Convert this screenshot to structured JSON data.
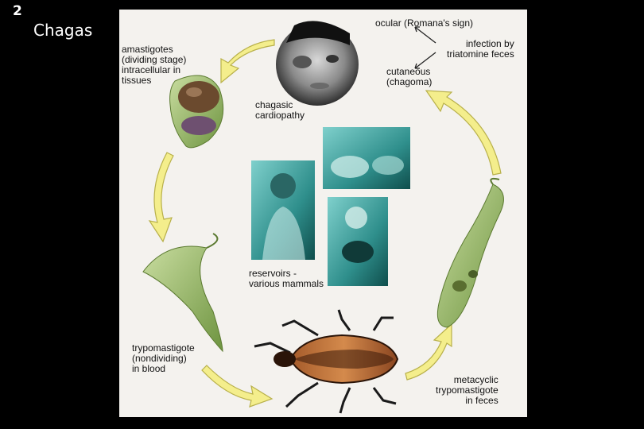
{
  "slide": {
    "number": "2",
    "title": "Chagas"
  },
  "labels": {
    "amastigotes": [
      "amastigotes",
      "(dividing stage)",
      "intracellular in",
      "tissues"
    ],
    "cardiopathy": [
      "chagasic",
      "cardiopathy"
    ],
    "ocular": "ocular (Romana's sign)",
    "infection": [
      "infection by",
      "triatomine feces"
    ],
    "cutaneous": [
      "cutaneous",
      "(chagoma)"
    ],
    "reservoirs": [
      "reservoirs -",
      "various mammals"
    ],
    "trypomastigote": [
      "trypomastigote",
      "(nondividing)",
      "in blood"
    ],
    "metacyclic": [
      "metacyclic",
      "trypomastigote",
      "in feces"
    ]
  },
  "colors": {
    "arrow_fill": "#f4ee8c",
    "arrow_stroke": "#b8b04a",
    "parasite_green": "#8fae5c",
    "photo_teal": "#2f8f8c",
    "bug_orange": "#c8743a"
  },
  "icons": {
    "child_photo": "child-face-photo",
    "bug": "triatomine-bug-icon"
  }
}
